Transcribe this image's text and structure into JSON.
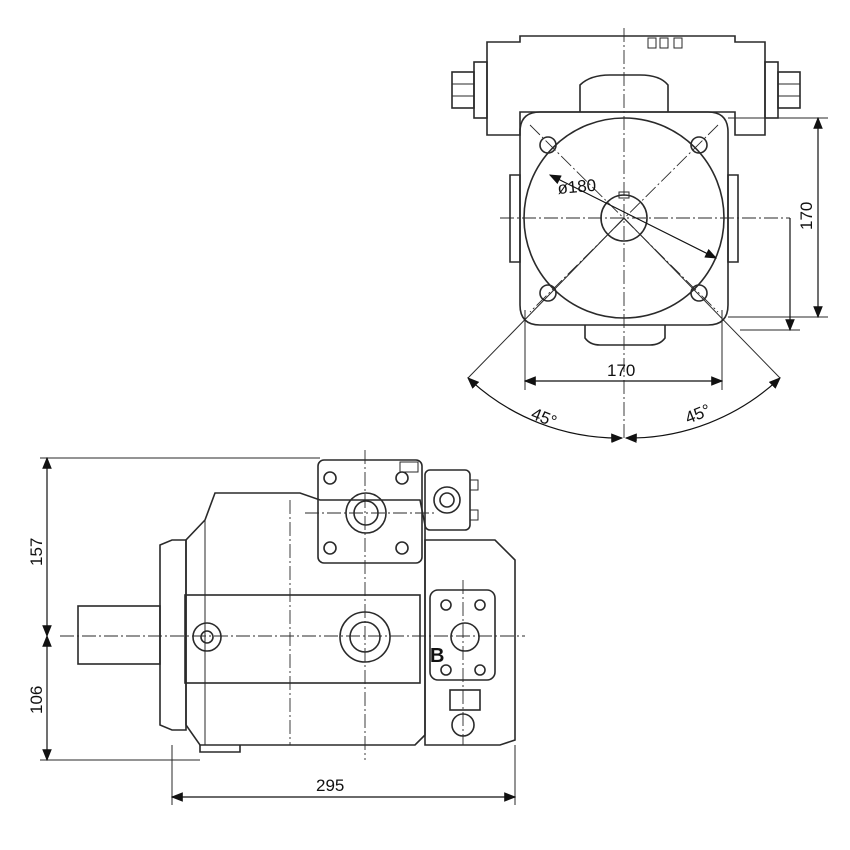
{
  "front_view": {
    "flange_diameter_label": "ø180",
    "vertical_dim_label": "170",
    "horizontal_dim_label": "170",
    "angle_left_label": "45°",
    "angle_right_label": "45°"
  },
  "side_view": {
    "height_above_axis_label": "157",
    "height_below_axis_label": "106",
    "length_label": "295",
    "port_label": "B"
  }
}
